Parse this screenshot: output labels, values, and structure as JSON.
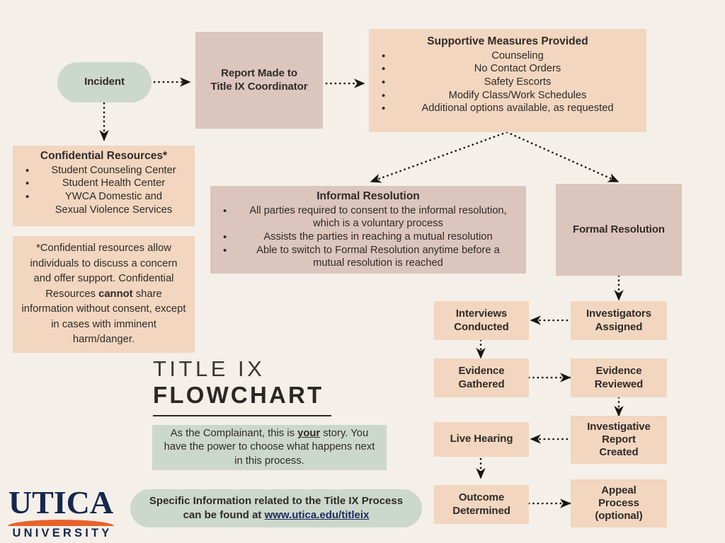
{
  "background_color": "#f4efe9",
  "palette": {
    "mauve": "#dcc5bd",
    "peach": "#f2d6bf",
    "sage": "#cdd8cd",
    "navy": "#16284d",
    "orange": "#e8622a",
    "link_navy": "#1d2a5c",
    "text": "#2f2b29"
  },
  "nodes": {
    "incident": {
      "label": "Incident"
    },
    "report": {
      "label": "Report Made to\nTitle IX Coordinator",
      "line1": "Report Made to",
      "line2": "Title IX Coordinator"
    },
    "supportive_measures": {
      "heading": "Supportive Measures Provided",
      "items": [
        "Counseling",
        "No Contact Orders",
        "Safety Escorts",
        "Modify Class/Work Schedules",
        "Additional options available, as requested"
      ]
    },
    "confidential_resources": {
      "heading": "Confidential Resources*",
      "items": [
        "Student Counseling Center",
        "Student Health Center",
        "YWCA Domestic and",
        "Sexual Violence Services"
      ]
    },
    "confidential_note": {
      "part1": "*Confidential resources allow individuals to discuss a concern and offer support. Confidential Resources ",
      "emphasis": "cannot",
      "part2": " share information without consent, except in cases with imminent harm/danger."
    },
    "informal_resolution": {
      "heading": "Informal Resolution",
      "items": [
        "All parties required to consent to the informal resolution, which is a voluntary process",
        "Assists the parties in reaching a mutual resolution",
        "Able to switch to Formal Resolution anytime before a mutual resolution is reached"
      ]
    },
    "formal_resolution": {
      "label": "Formal Resolution"
    },
    "investigators_assigned": {
      "line1": "Investigators",
      "line2": "Assigned"
    },
    "interviews_conducted": {
      "line1": "Interviews",
      "line2": "Conducted"
    },
    "evidence_gathered": {
      "line1": "Evidence",
      "line2": "Gathered"
    },
    "evidence_reviewed": {
      "line1": "Evidence",
      "line2": "Reviewed"
    },
    "investigative_report": {
      "line1": "Investigative",
      "line2": "Report",
      "line3": "Created"
    },
    "live_hearing": {
      "line1": "Live Hearing"
    },
    "outcome_determined": {
      "line1": "Outcome",
      "line2": "Determined"
    },
    "appeal_process": {
      "line1": "Appeal",
      "line2": "Process",
      "line3": "(optional)"
    }
  },
  "title": {
    "line1": "TITLE IX",
    "line2": "FLOWCHART"
  },
  "complainant_note": {
    "part1": "As the Complainant, this is ",
    "emphasis": "your",
    "part2": " story. You have the power to choose what happens next in this process."
  },
  "info_pill": {
    "text": "Specific Information related to the Title IX Process can be found at ",
    "url": "www.utica.edu/titleix"
  },
  "logo": {
    "word": "UTICA",
    "sub": "UNIVERSITY"
  }
}
